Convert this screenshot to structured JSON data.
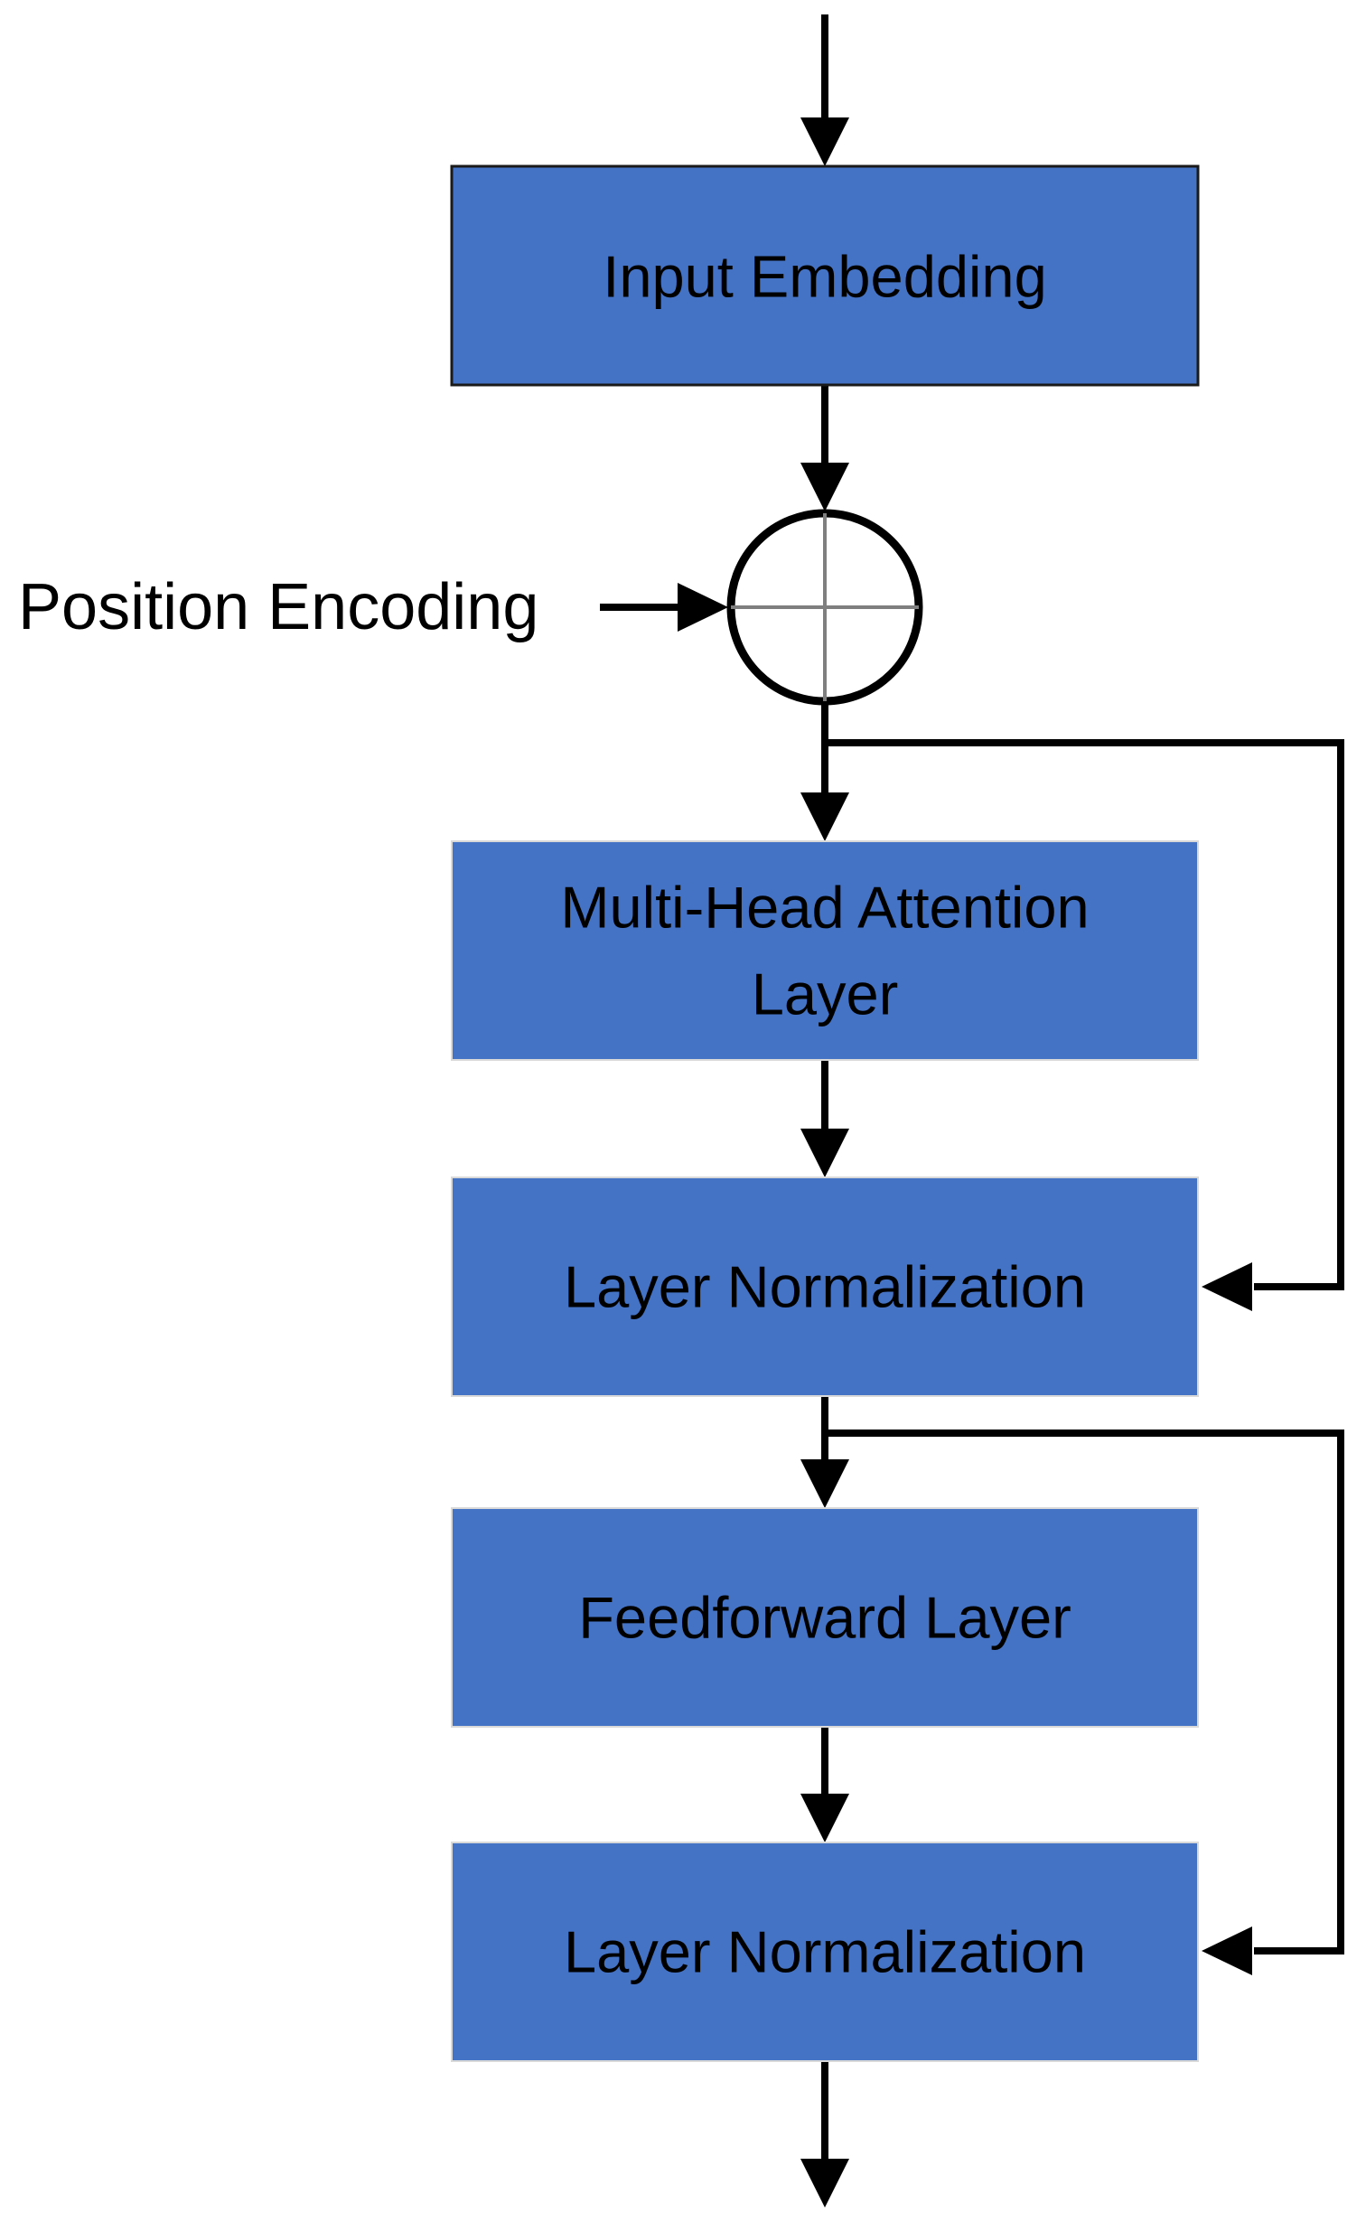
{
  "diagram": {
    "type": "flowchart",
    "description": "Transformer encoder block diagram",
    "nodes": [
      {
        "id": "input-embedding",
        "label": "Input Embedding"
      },
      {
        "id": "multi-head-attention",
        "label": "Multi-Head Attention Layer",
        "label_line1": "Multi-Head Attention",
        "label_line2": "Layer"
      },
      {
        "id": "layer-normalization-1",
        "label": "Layer Normalization"
      },
      {
        "id": "feedforward",
        "label": "Feedforward Layer"
      },
      {
        "id": "layer-normalization-2",
        "label": "Layer Normalization"
      }
    ],
    "annotations": [
      {
        "id": "position-encoding",
        "label": "Position Encoding"
      }
    ],
    "operators": [
      {
        "id": "add-junction",
        "symbol": "circle-plus"
      }
    ],
    "edges": [
      {
        "from": "input",
        "to": "input-embedding"
      },
      {
        "from": "input-embedding",
        "to": "add-junction"
      },
      {
        "from": "position-encoding",
        "to": "add-junction"
      },
      {
        "from": "add-junction",
        "to": "multi-head-attention"
      },
      {
        "from": "add-junction",
        "to": "layer-normalization-1",
        "kind": "skip"
      },
      {
        "from": "multi-head-attention",
        "to": "layer-normalization-1"
      },
      {
        "from": "layer-normalization-1",
        "to": "feedforward"
      },
      {
        "from": "layer-normalization-1",
        "to": "layer-normalization-2",
        "kind": "skip"
      },
      {
        "from": "feedforward",
        "to": "layer-normalization-2"
      },
      {
        "from": "layer-normalization-2",
        "to": "output"
      }
    ],
    "colors": {
      "node_fill": "#4472C4",
      "node_border_light": "#d9d9d9",
      "input_node_border": "#1a1a1a",
      "connector": "#000000",
      "crosshair": "#7f7f7f",
      "text": "#000000",
      "background": "#ffffff"
    }
  }
}
